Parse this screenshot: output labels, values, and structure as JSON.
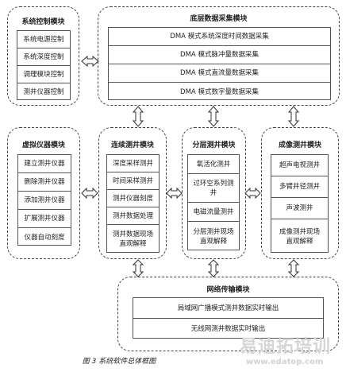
{
  "modules": {
    "system_control": {
      "title": "系统控制模块",
      "items": [
        "系统电源控制",
        "系统深度控制",
        "调理模块控制",
        "测井仪器控制"
      ]
    },
    "bottom_acquisition": {
      "title": "底层数据采集模块",
      "items": [
        "DMA 模式系统深度时间数据采集",
        "DMA 模式脉冲量数据采集",
        "DMA 模式直流量数据采集",
        "DMA 模式数字量数据采集"
      ]
    },
    "virtual_instrument": {
      "title": "虚拟仪器模块",
      "items": [
        "建立测井仪器",
        "删除测井仪器",
        "添加测井仪器",
        "扩展测井仪器",
        "仪器自动刻度"
      ]
    },
    "continuous_logging": {
      "title": "连续测井模块",
      "items": [
        [
          "深度采样测井"
        ],
        [
          "时间采样测井"
        ],
        [
          "测井仪器刻度"
        ],
        [
          "测井数据处理"
        ],
        [
          "测井数据现场",
          "直观解释"
        ]
      ]
    },
    "layered_logging": {
      "title": "分层测井模块",
      "items": [
        [
          "氧活化测井"
        ],
        [
          "过环空系列测",
          "井"
        ],
        [
          "电磁流量测井"
        ],
        [
          "分层测井现场",
          "直观解释"
        ]
      ]
    },
    "imaging_logging": {
      "title": "成像测井模块",
      "items": [
        [
          "超声电视测井"
        ],
        [
          "多臂井径测井"
        ],
        [
          "声波测井"
        ],
        [
          "成像测井现场",
          "直观解释"
        ]
      ]
    },
    "network": {
      "title": "网络传输模块",
      "items": [
        "局域网广播模式测井数据实时输出",
        "无线网测井数据实时输出"
      ]
    }
  },
  "caption": "图 3   系统软件总体框图",
  "watermark": {
    "brand": "易迪拓培训",
    "url": "www.edatop.com"
  }
}
